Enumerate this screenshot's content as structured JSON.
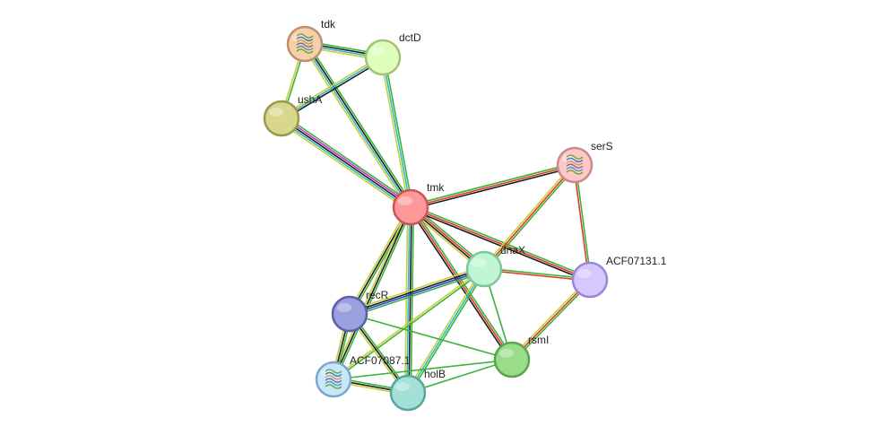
{
  "network": {
    "nodes": [
      {
        "id": "tmk",
        "label": "tmk",
        "fill": "#ff9999",
        "stroke": "#cc5555",
        "structure": false
      },
      {
        "id": "tdk",
        "label": "tdk",
        "fill": "#f5d0a8",
        "stroke": "#c09070",
        "structure": true
      },
      {
        "id": "dctD",
        "label": "dctD",
        "fill": "#ddffbb",
        "stroke": "#a5c27a",
        "structure": false
      },
      {
        "id": "ushA",
        "label": "ushA",
        "fill": "#d9d68e",
        "stroke": "#9b9850",
        "structure": false
      },
      {
        "id": "serS",
        "label": "serS",
        "fill": "#ffc8c8",
        "stroke": "#c98a8a",
        "structure": true
      },
      {
        "id": "dnaX",
        "label": "dnaX",
        "fill": "#bff7d5",
        "stroke": "#7fc79b",
        "structure": false
      },
      {
        "id": "ACF07131.1",
        "label": "ACF07131.1",
        "fill": "#d6c8ff",
        "stroke": "#9a86d8",
        "structure": false
      },
      {
        "id": "recR",
        "label": "recR",
        "fill": "#9aa0de",
        "stroke": "#5a5fa8",
        "structure": false
      },
      {
        "id": "rsmI",
        "label": "rsmI",
        "fill": "#99dd88",
        "stroke": "#5ea34e",
        "structure": false
      },
      {
        "id": "ACF07087.1",
        "label": "ACF07087.1",
        "fill": "#c7e8fb",
        "stroke": "#7fa8c8",
        "structure": true
      },
      {
        "id": "holB",
        "label": "holB",
        "fill": "#a2e0d8",
        "stroke": "#5aa59c",
        "structure": false
      }
    ],
    "edges": [
      {
        "source": "tdk",
        "target": "dctD",
        "colors": [
          "#3bb33b",
          "#1c1c1c",
          "#2fb8c8",
          "#c8cf3a"
        ]
      },
      {
        "source": "tdk",
        "target": "ushA",
        "colors": [
          "#3bb33b",
          "#c8cf3a"
        ]
      },
      {
        "source": "tdk",
        "target": "tmk",
        "colors": [
          "#3bb33b",
          "#1c1c1c",
          "#2fb8c8",
          "#c8cf3a"
        ]
      },
      {
        "source": "dctD",
        "target": "ushA",
        "colors": [
          "#1c1c1c",
          "#2fb8c8",
          "#c8cf3a"
        ]
      },
      {
        "source": "dctD",
        "target": "tmk",
        "colors": [
          "#3bb33b",
          "#2fb8c8",
          "#c8cf3a"
        ]
      },
      {
        "source": "ushA",
        "target": "tmk",
        "colors": [
          "#3bb33b",
          "#c732c7",
          "#1c1c1c",
          "#2fb8c8",
          "#c8cf3a"
        ]
      },
      {
        "source": "tmk",
        "target": "serS",
        "colors": [
          "#3bb33b",
          "#e0392b",
          "#1c1c1c"
        ]
      },
      {
        "source": "tmk",
        "target": "dnaX",
        "colors": [
          "#3bb33b",
          "#e0392b",
          "#1c1c1c",
          "#c8cf3a"
        ]
      },
      {
        "source": "tmk",
        "target": "ACF07131.1",
        "colors": [
          "#3bb33b",
          "#e0392b",
          "#1c1c1c"
        ]
      },
      {
        "source": "tmk",
        "target": "recR",
        "colors": [
          "#3bb33b",
          "#1c1c1c",
          "#c8cf3a"
        ]
      },
      {
        "source": "tmk",
        "target": "rsmI",
        "colors": [
          "#3bb33b",
          "#e0392b",
          "#1c1c1c"
        ]
      },
      {
        "source": "tmk",
        "target": "ACF07087.1",
        "colors": [
          "#3bb33b",
          "#1c1c1c",
          "#c8cf3a"
        ]
      },
      {
        "source": "tmk",
        "target": "holB",
        "colors": [
          "#3bb33b",
          "#1c1c1c",
          "#2fb8c8",
          "#c8cf3a"
        ]
      },
      {
        "source": "serS",
        "target": "dnaX",
        "colors": [
          "#3bb33b",
          "#e0392b",
          "#c8cf3a"
        ]
      },
      {
        "source": "serS",
        "target": "ACF07131.1",
        "colors": [
          "#3bb33b",
          "#e0392b"
        ]
      },
      {
        "source": "dnaX",
        "target": "ACF07131.1",
        "colors": [
          "#3bb33b",
          "#e0392b"
        ]
      },
      {
        "source": "dnaX",
        "target": "recR",
        "colors": [
          "#3bb33b",
          "#2c3fd6",
          "#1c1c1c",
          "#c8cf3a"
        ]
      },
      {
        "source": "dnaX",
        "target": "rsmI",
        "colors": [
          "#3bb33b"
        ]
      },
      {
        "source": "dnaX",
        "target": "ACF07087.1",
        "colors": [
          "#3bb33b",
          "#c8cf3a"
        ]
      },
      {
        "source": "dnaX",
        "target": "holB",
        "colors": [
          "#3bb33b",
          "#2fb8c8",
          "#c8cf3a"
        ]
      },
      {
        "source": "ACF07131.1",
        "target": "rsmI",
        "colors": [
          "#3bb33b",
          "#e0392b",
          "#c8cf3a"
        ]
      },
      {
        "source": "recR",
        "target": "rsmI",
        "colors": [
          "#3bb33b"
        ]
      },
      {
        "source": "recR",
        "target": "ACF07087.1",
        "colors": [
          "#3bb33b",
          "#1c1c1c",
          "#c8cf3a"
        ]
      },
      {
        "source": "recR",
        "target": "holB",
        "colors": [
          "#3bb33b",
          "#1c1c1c",
          "#c8cf3a"
        ]
      },
      {
        "source": "ACF07087.1",
        "target": "holB",
        "colors": [
          "#3bb33b",
          "#1c1c1c",
          "#c8cf3a"
        ]
      },
      {
        "source": "ACF07087.1",
        "target": "rsmI",
        "colors": [
          "#3bb33b"
        ]
      },
      {
        "source": "holB",
        "target": "rsmI",
        "colors": [
          "#3bb33b"
        ]
      }
    ]
  }
}
